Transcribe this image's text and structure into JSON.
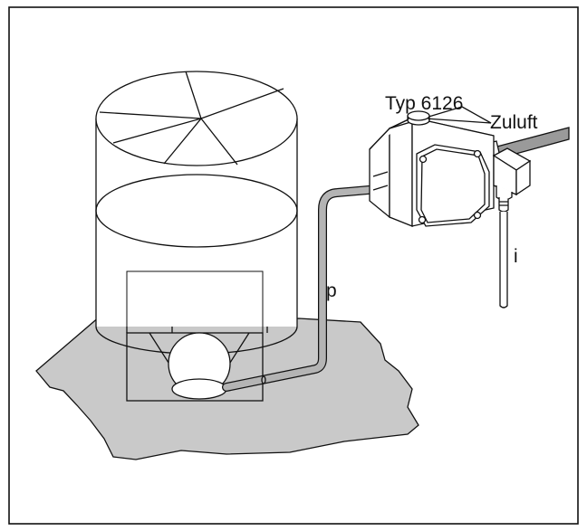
{
  "labels": {
    "device_type": "Typ 6126",
    "supply_air": "Zuluft",
    "pressure": "p",
    "current": "i"
  },
  "colors": {
    "background": "#ffffff",
    "line": "#111111",
    "floor_fill": "#c9c9c9",
    "pipe_fill": "#b4b4b4",
    "supply_pipe_fill": "#9a9a9a"
  }
}
